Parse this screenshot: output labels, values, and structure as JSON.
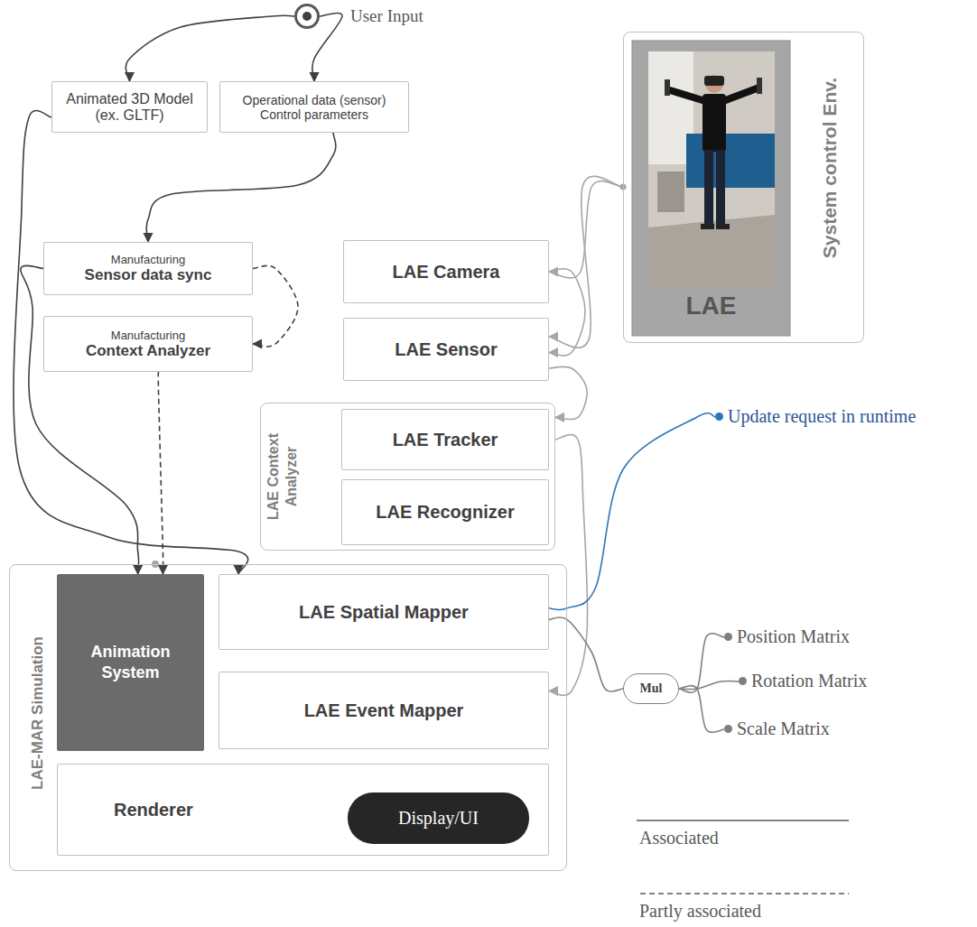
{
  "diagram": {
    "nodes": [
      {
        "text": [
          "User Input"
        ]
      },
      {
        "text": [
          "Animated 3D Model (ex. GLTF)"
        ]
      },
      {
        "text": [
          "Operational data (sensor) Control parameters"
        ]
      },
      {
        "text": [
          "System control Env."
        ]
      },
      {
        "text": [
          "LAE"
        ],
        "in": 3
      },
      {
        "text": [
          "Manufacturing",
          "Sensor data sync"
        ]
      },
      {
        "text": [
          "LAE Camera"
        ]
      },
      {
        "text": [
          "Manufacturing",
          "Context Analyzer"
        ]
      },
      {
        "text": [
          "LAE Sensor"
        ]
      },
      {
        "text": [
          "LAE Context Analyzer"
        ]
      },
      {
        "text": [
          "LAE Tracker"
        ],
        "in": 9
      },
      {
        "text": [
          "LAE Recognizer"
        ],
        "in": 9
      },
      {
        "text": [
          "Update request in runtime"
        ]
      },
      {
        "text": [
          "LAE-MAR Simulation"
        ]
      },
      {
        "text": [
          "Animation System"
        ],
        "in": 13
      },
      {
        "text": [
          "LAE Spatial Mapper"
        ],
        "in": 13
      },
      {
        "text": [
          "LAE Event Mapper"
        ],
        "in": 13
      },
      {
        "text": [
          "Renderer"
        ],
        "in": 13
      },
      {
        "text": [
          "Display/UI"
        ],
        "in": 17
      },
      {
        "text": [
          "Mul"
        ]
      },
      {
        "text": [
          "Position Matrix"
        ]
      },
      {
        "text": [
          "Rotation Matrix"
        ]
      },
      {
        "text": [
          "Scale Matrix"
        ]
      }
    ],
    "edges": [
      {
        "from": 0,
        "to": 1,
        "arrow": "to"
      },
      {
        "from": 0,
        "to": 2,
        "arrow": "to"
      },
      {
        "from": 2,
        "to": 5,
        "arrow": "to"
      },
      {
        "from": 1,
        "to": 15,
        "arrow": "to"
      },
      {
        "from": 5,
        "to": 7,
        "arrow": "to"
      },
      {
        "from": 5,
        "to": 14,
        "arrow": "to"
      },
      {
        "from": 7,
        "to": 14,
        "arrow": "to"
      },
      {
        "from": 3,
        "to": 6,
        "arrow": "to"
      },
      {
        "from": 3,
        "to": 8,
        "arrow": "to"
      },
      {
        "from": 6,
        "to": 8,
        "arrow": "to"
      },
      {
        "from": 8,
        "to": 9,
        "arrow": "to"
      },
      {
        "from": 9,
        "to": 16,
        "arrow": "to"
      },
      {
        "from": 15,
        "to": 12,
        "arrow": "none"
      },
      {
        "from": 15,
        "to": 19,
        "arrow": "none"
      },
      {
        "from": 19,
        "to": 20,
        "arrow": "none"
      },
      {
        "from": 19,
        "to": 21,
        "arrow": "none"
      },
      {
        "from": 19,
        "to": 22,
        "arrow": "none"
      }
    ],
    "legend": [
      {
        "text": "Associated"
      },
      {
        "text": "Partly associated"
      }
    ]
  }
}
